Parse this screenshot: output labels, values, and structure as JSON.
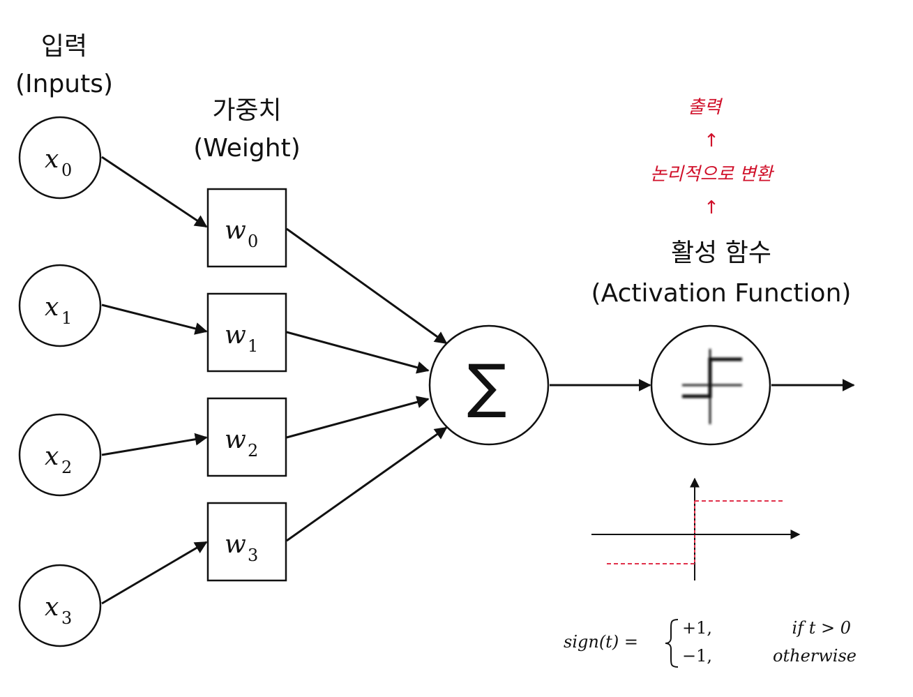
{
  "inputs_title": "입력",
  "inputs_subtitle": "(Inputs)",
  "weights_title": "가중치",
  "weights_subtitle": "(Weight)",
  "activation_title": "활성 함수",
  "activation_subtitle": "(Activation Function)",
  "inputs": [
    {
      "var": "x",
      "sub": "0"
    },
    {
      "var": "x",
      "sub": "1"
    },
    {
      "var": "x",
      "sub": "2"
    },
    {
      "var": "x",
      "sub": "3"
    }
  ],
  "weights": [
    {
      "var": "w",
      "sub": "0"
    },
    {
      "var": "w",
      "sub": "1"
    },
    {
      "var": "w",
      "sub": "2"
    },
    {
      "var": "w",
      "sub": "3"
    }
  ],
  "sum_symbol": "∑",
  "annotation": {
    "output": "출력",
    "up_arrow": "↑",
    "conversion": "논리적으로 변환",
    "color": "#d0102a"
  },
  "formula": {
    "lhs": "sign(t) =",
    "case1_value": "+1,",
    "case1_cond": "if t > 0",
    "case2_value": "−1,",
    "case2_cond": "otherwise"
  },
  "step_plot": {
    "high": 1,
    "low": -1,
    "line_color": "#e0304a"
  }
}
